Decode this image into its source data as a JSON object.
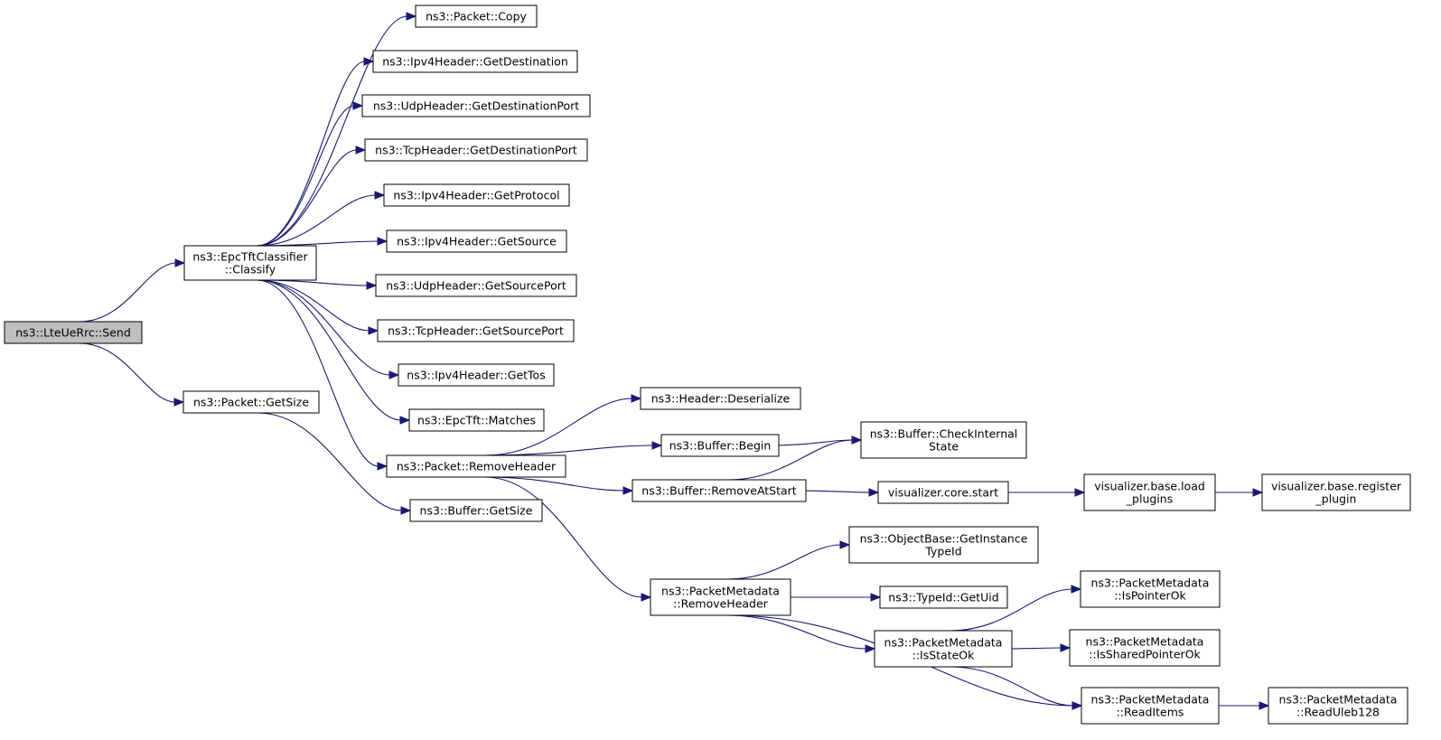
{
  "colors": {
    "edge": "#191970",
    "root_fill": "#bfbfbf",
    "node_fill": "#ffffff"
  },
  "nodes": {
    "send": [
      "ns3::LteUeRrc::Send"
    ],
    "classify": [
      "ns3::EpcTftClassifier",
      "::Classify"
    ],
    "getsize_pkt": [
      "ns3::Packet::GetSize"
    ],
    "copy": [
      "ns3::Packet::Copy"
    ],
    "ipv4_getdest": [
      "ns3::Ipv4Header::GetDestination"
    ],
    "udp_getdestport": [
      "ns3::UdpHeader::GetDestinationPort"
    ],
    "tcp_getdestport": [
      "ns3::TcpHeader::GetDestinationPort"
    ],
    "ipv4_getproto": [
      "ns3::Ipv4Header::GetProtocol"
    ],
    "ipv4_getsrc": [
      "ns3::Ipv4Header::GetSource"
    ],
    "udp_getsrcport": [
      "ns3::UdpHeader::GetSourcePort"
    ],
    "tcp_getsrcport": [
      "ns3::TcpHeader::GetSourcePort"
    ],
    "ipv4_gettos": [
      "ns3::Ipv4Header::GetTos"
    ],
    "epctft_matches": [
      "ns3::EpcTft::Matches"
    ],
    "pkt_removeheader": [
      "ns3::Packet::RemoveHeader"
    ],
    "buf_getsize": [
      "ns3::Buffer::GetSize"
    ],
    "hdr_deserialize": [
      "ns3::Header::Deserialize"
    ],
    "buf_begin": [
      "ns3::Buffer::Begin"
    ],
    "buf_removeatstart": [
      "ns3::Buffer::RemoveAtStart"
    ],
    "buf_checkinternal": [
      "ns3::Buffer::CheckInternal",
      "State"
    ],
    "vis_core_start": [
      "visualizer.core.start"
    ],
    "vis_load_plugins": [
      "visualizer.base.load",
      "_plugins"
    ],
    "vis_register_plugin": [
      "visualizer.base.register",
      "_plugin"
    ],
    "pm_removeheader": [
      "ns3::PacketMetadata",
      "::RemoveHeader"
    ],
    "ob_getinstancetypeid": [
      "ns3::ObjectBase::GetInstance",
      "TypeId"
    ],
    "typeid_getuid": [
      "ns3::TypeId::GetUid"
    ],
    "pm_isstateok": [
      "ns3::PacketMetadata",
      "::IsStateOk"
    ],
    "pm_ispointerok": [
      "ns3::PacketMetadata",
      "::IsPointerOk"
    ],
    "pm_issharedpointerok": [
      "ns3::PacketMetadata",
      "::IsSharedPointerOk"
    ],
    "pm_readitems": [
      "ns3::PacketMetadata",
      "::ReadItems"
    ],
    "pm_readuleb128": [
      "ns3::PacketMetadata",
      "::ReadUleb128"
    ]
  },
  "edges": [
    [
      "send",
      "classify"
    ],
    [
      "send",
      "getsize_pkt"
    ],
    [
      "classify",
      "copy"
    ],
    [
      "classify",
      "ipv4_getdest"
    ],
    [
      "classify",
      "udp_getdestport"
    ],
    [
      "classify",
      "tcp_getdestport"
    ],
    [
      "classify",
      "ipv4_getproto"
    ],
    [
      "classify",
      "ipv4_getsrc"
    ],
    [
      "classify",
      "udp_getsrcport"
    ],
    [
      "classify",
      "tcp_getsrcport"
    ],
    [
      "classify",
      "ipv4_gettos"
    ],
    [
      "classify",
      "epctft_matches"
    ],
    [
      "classify",
      "pkt_removeheader"
    ],
    [
      "getsize_pkt",
      "buf_getsize"
    ],
    [
      "pkt_removeheader",
      "hdr_deserialize"
    ],
    [
      "pkt_removeheader",
      "buf_begin"
    ],
    [
      "pkt_removeheader",
      "buf_removeatstart"
    ],
    [
      "pkt_removeheader",
      "pm_removeheader"
    ],
    [
      "buf_begin",
      "buf_checkinternal"
    ],
    [
      "buf_removeatstart",
      "buf_checkinternal"
    ],
    [
      "buf_removeatstart",
      "vis_core_start"
    ],
    [
      "vis_core_start",
      "vis_load_plugins"
    ],
    [
      "vis_load_plugins",
      "vis_register_plugin"
    ],
    [
      "pm_removeheader",
      "ob_getinstancetypeid"
    ],
    [
      "pm_removeheader",
      "typeid_getuid"
    ],
    [
      "pm_removeheader",
      "pm_isstateok"
    ],
    [
      "pm_removeheader",
      "pm_readitems"
    ],
    [
      "pm_isstateok",
      "pm_ispointerok"
    ],
    [
      "pm_isstateok",
      "pm_issharedpointerok"
    ],
    [
      "pm_isstateok",
      "pm_readitems"
    ],
    [
      "pm_readitems",
      "pm_readuleb128"
    ]
  ]
}
